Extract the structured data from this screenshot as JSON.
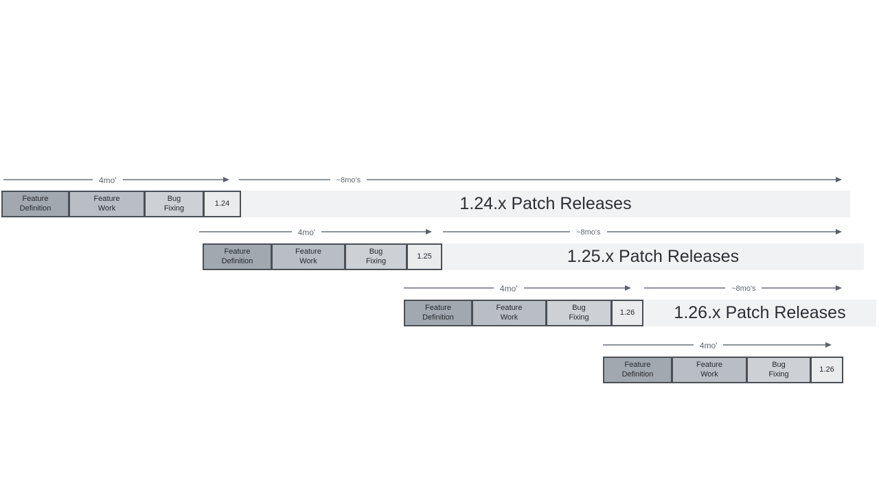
{
  "diagram": {
    "description": "Staggered release cycle timeline with overlapping minor-release cadences"
  },
  "colors": {
    "background": "#ffffff",
    "feature_definition_fill": "#a2a8af",
    "feature_work_fill": "#b9bec4",
    "bug_fixing_fill": "#cdd1d6",
    "version_box_fill": "#e9ebed",
    "patch_bar_fill": "#f1f2f4",
    "box_border": "#4a4f56",
    "arrow_line": "#8d939b",
    "arrow_head": "#5c626a",
    "duration_label_text": "#5d646c",
    "box_text": "#25292e",
    "patch_title_text": "#2b2f34"
  },
  "rows": [
    {
      "cycle_duration": "4mo'",
      "patch_duration": "~8mo's",
      "phases": [
        "Feature\nDefinition",
        "Feature\nWork",
        "Bug\nFixing"
      ],
      "version": "1.24",
      "patch_title": "1.24.x Patch Releases"
    },
    {
      "cycle_duration": "4mo'",
      "patch_duration": "~8mo's",
      "phases": [
        "Feature\nDefinition",
        "Feature\nWork",
        "Bug\nFixing"
      ],
      "version": "1.25",
      "patch_title": "1.25.x Patch Releases"
    },
    {
      "cycle_duration": "4mo'",
      "patch_duration": "~8mo's",
      "phases": [
        "Feature\nDefinition",
        "Feature\nWork",
        "Bug\nFixing"
      ],
      "version": "1.26",
      "patch_title": "1.26.x Patch Releases"
    },
    {
      "cycle_duration": "4mo'",
      "phases": [
        "Feature\nDefinition",
        "Feature\nWork",
        "Bug\nFixing"
      ],
      "version": "1.26"
    }
  ]
}
